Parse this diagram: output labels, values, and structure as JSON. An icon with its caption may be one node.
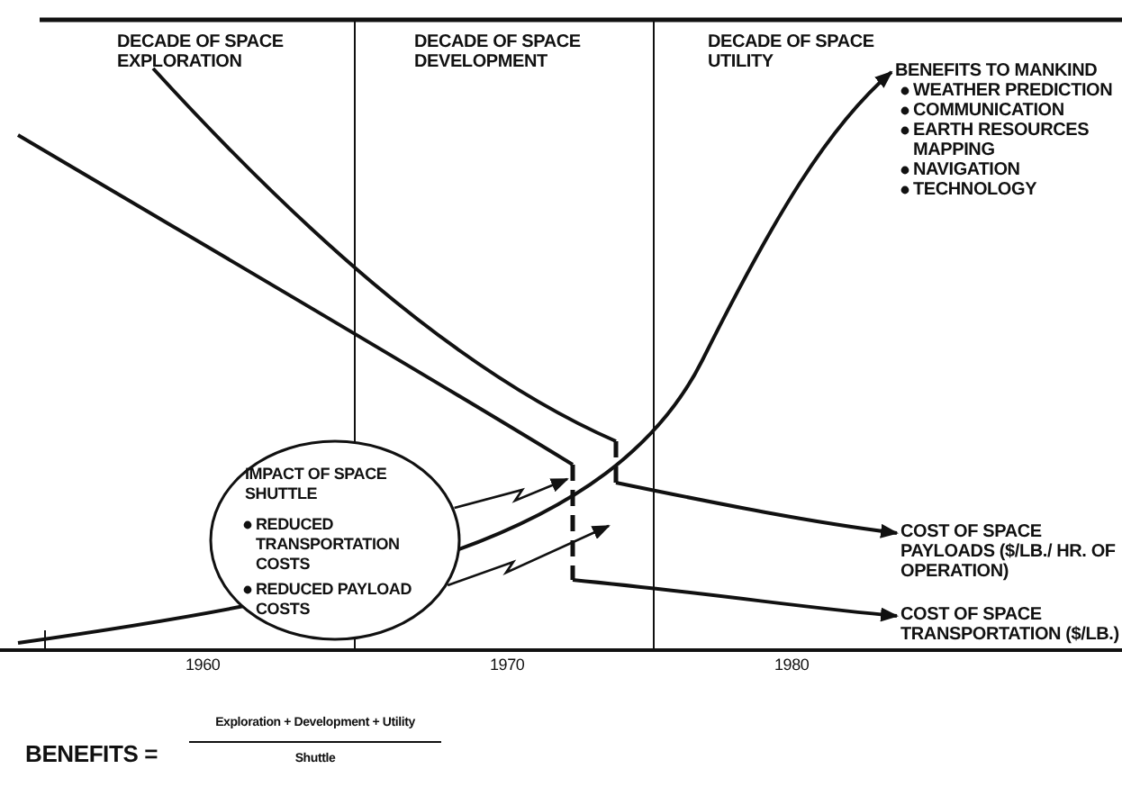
{
  "diagram": {
    "nodes": [
      {
        "text": [
          "IMPACT OF SPACE SHUTTLE",
          "REDUCED TRANSPORTATION COSTS",
          "REDUCED PAYLOAD COSTS"
        ]
      },
      {
        "text": [
          "BENEFITS TO MANKIND",
          "WEATHER PREDICTION",
          "COMMUNICATION",
          "EARTH RESOURCES MAPPING",
          "NAVIGATION",
          "TECHNOLOGY"
        ]
      },
      {
        "text": [
          "COST OF SPACE PAYLOADS ($/LB./ HR. OF OPERATION)"
        ]
      },
      {
        "text": [
          "COST OF SPACE TRANSPORTATION ($/LB.)"
        ]
      }
    ],
    "edges": [
      {
        "from": null,
        "to": 1,
        "arrow": "to"
      },
      {
        "from": null,
        "to": 2,
        "arrow": "to"
      },
      {
        "from": null,
        "to": 3,
        "arrow": "to"
      },
      {
        "from": 0,
        "to": null,
        "arrow": "to"
      },
      {
        "from": 0,
        "to": null,
        "arrow": "to"
      }
    ],
    "labels": [
      "DECADE OF SPACE EXPLORATION",
      "DECADE OF SPACE DEVELOPMENT",
      "DECADE OF SPACE UTILITY",
      "1960",
      "1970",
      "1980",
      "BENEFITS =",
      "Exploration + Development + Utility",
      "Shuttle"
    ]
  }
}
